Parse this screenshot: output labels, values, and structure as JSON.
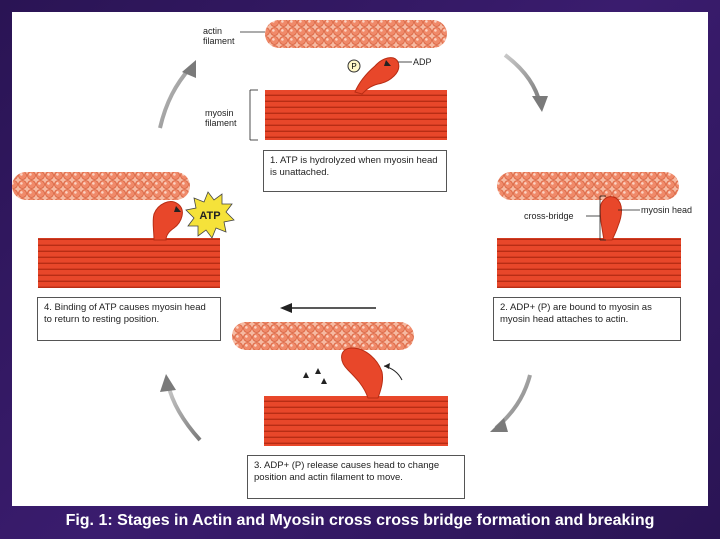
{
  "labels": {
    "actin": "actin filament",
    "myosin": "myosin filament",
    "adp": "ADP",
    "p": "P",
    "atp": "ATP",
    "cross_bridge": "cross-bridge",
    "myosin_head": "myosin head"
  },
  "steps": [
    {
      "text": "1. ATP is hydrolyzed when myosin head is unattached."
    },
    {
      "text": "2. ADP+ (P) are bound to myosin as myosin head attaches to actin."
    },
    {
      "text": "3. ADP+ (P) release causes head to change position and actin filament to move."
    },
    {
      "text": "4. Binding of ATP causes myosin head to return to resting position."
    }
  ],
  "caption": "Fig. 1: Stages in Actin and Myosin cross cross bridge formation and breaking",
  "colors": {
    "actin": "#f08a6a",
    "myosin": "#e8472a",
    "arrow": "#888888",
    "atp": "#f5e23a"
  }
}
